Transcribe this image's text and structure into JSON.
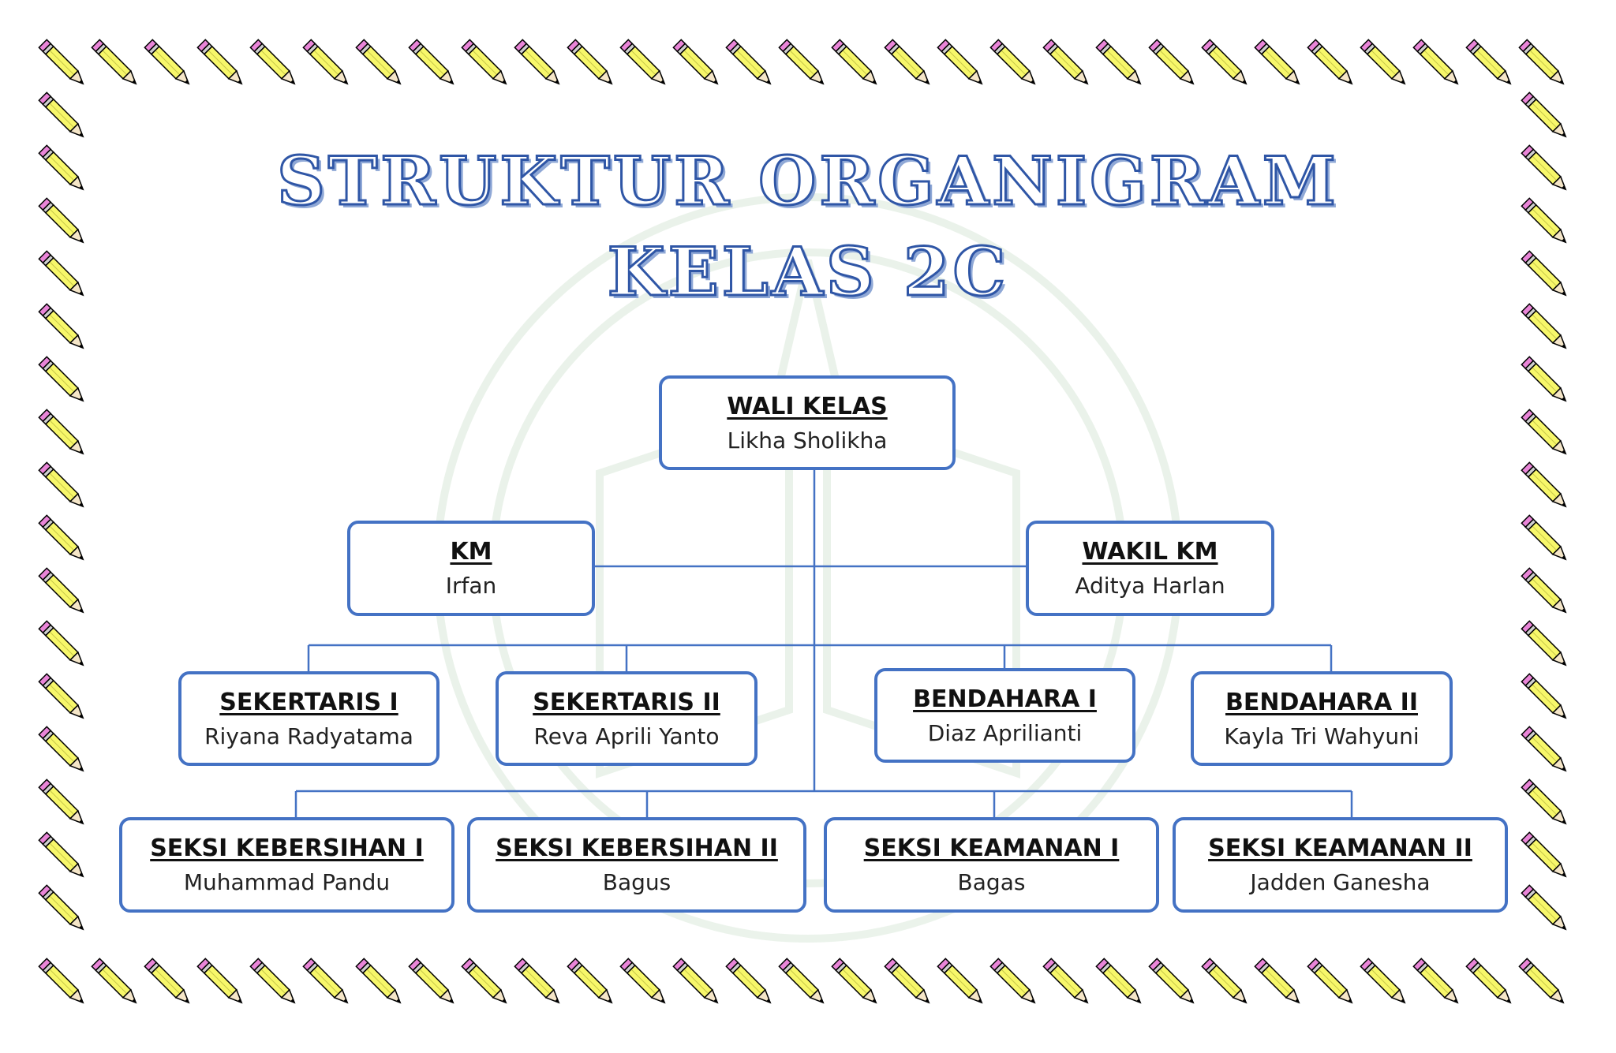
{
  "title": {
    "line1": "STRUKTUR ORGANIGRAM",
    "line2": "KELAS 2C"
  },
  "colors": {
    "accent": "#4472c4",
    "title_stroke": "#2f56a6",
    "pencil_body": "#f7f76a",
    "pencil_eraser": "#e985d8"
  },
  "decor": {
    "border_icon": "pencil-icon",
    "background_icon": "school-emblem-icon"
  },
  "nodes": {
    "wali_kelas": {
      "role": "WALI KELAS",
      "name": "Likha Sholikha"
    },
    "km": {
      "role": "KM",
      "name": "Irfan"
    },
    "wakil_km": {
      "role": "WAKIL KM",
      "name": "Aditya Harlan"
    },
    "sekertaris_1": {
      "role": "SEKERTARIS I",
      "name": "Riyana Radyatama"
    },
    "sekertaris_2": {
      "role": "SEKERTARIS II",
      "name": "Reva Aprili Yanto"
    },
    "bendahara_1": {
      "role": "BENDAHARA I",
      "name": "Diaz Aprilianti"
    },
    "bendahara_2": {
      "role": "BENDAHARA II",
      "name": "Kayla Tri Wahyuni"
    },
    "kebersihan_1": {
      "role": "SEKSI KEBERSIHAN I",
      "name": "Muhammad Pandu"
    },
    "kebersihan_2": {
      "role": "SEKSI KEBERSIHAN II",
      "name": "Bagus"
    },
    "keamanan_1": {
      "role": "SEKSI KEAMANAN I",
      "name": "Bagas"
    },
    "keamanan_2": {
      "role": "SEKSI KEAMANAN II",
      "name": "Jadden Ganesha"
    }
  }
}
